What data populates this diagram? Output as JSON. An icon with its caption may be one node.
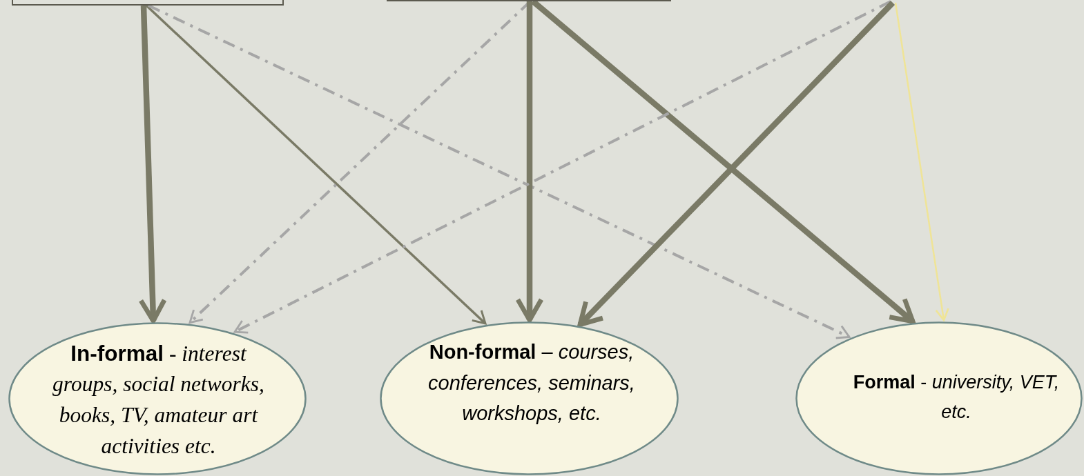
{
  "diagram": {
    "nodes": [
      {
        "text": [],
        "shape": "box"
      },
      {
        "text": [],
        "shape": "box"
      },
      {
        "text": [
          "**In-formal** - *interest groups, social networks, books, TV, amateur art activities etc.*"
        ]
      },
      {
        "text": [
          "**Non-formal** – *courses, conferences, seminars, workshops, etc.*"
        ]
      },
      {
        "text": [
          "**Formal** - *university, VET, etc.*"
        ]
      }
    ],
    "edges": [
      {
        "from": 0,
        "to": 2,
        "arrow": "to",
        "style": "thick"
      },
      {
        "from": 0,
        "to": 3,
        "arrow": "to"
      },
      {
        "from": 0,
        "to": 4,
        "arrow": "to",
        "style": "dashed",
        "color": "#a6a6a6"
      },
      {
        "from": 1,
        "to": 2,
        "arrow": "to",
        "style": "dashed",
        "color": "#a6a6a6"
      },
      {
        "from": 1,
        "to": 3,
        "arrow": "to",
        "style": "thick"
      },
      {
        "from": 1,
        "to": 4,
        "arrow": "to",
        "style": "thick"
      },
      {
        "from": null,
        "to": 2,
        "arrow": "to",
        "style": "dashed",
        "color": "#a6a6a6"
      },
      {
        "from": null,
        "to": 3,
        "arrow": "to",
        "style": "thick"
      },
      {
        "from": null,
        "to": 4,
        "arrow": "to",
        "color": "#efe497"
      }
    ]
  }
}
